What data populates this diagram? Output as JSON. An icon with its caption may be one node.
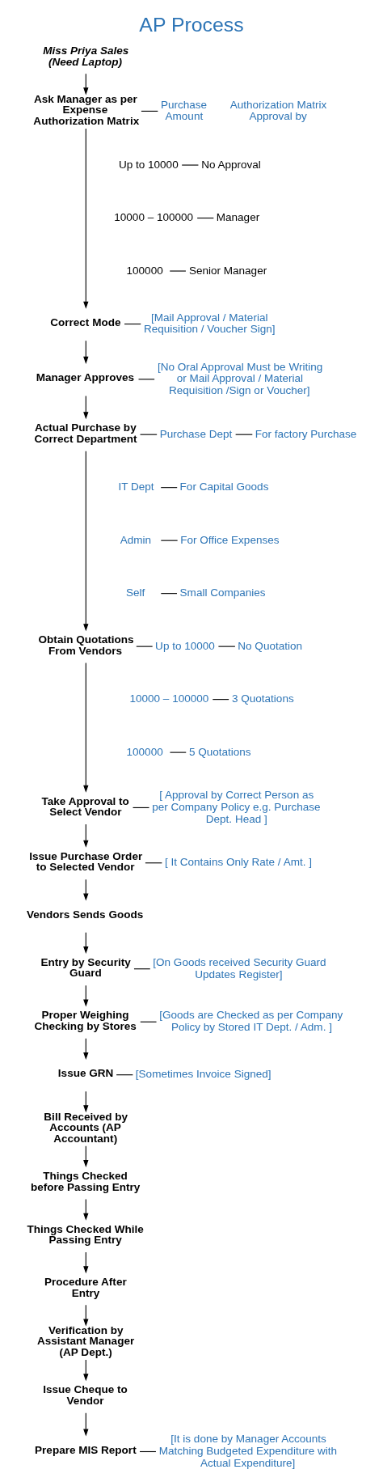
{
  "diagram": {
    "title": "AP Process",
    "nodes": [
      {
        "text": [
          "Miss Priya Sales (Need Laptop)"
        ]
      },
      {
        "text": [
          "Ask Manager as per Expense Authorization Matrix"
        ]
      },
      {
        "text": [
          "Purchase Amount"
        ]
      },
      {
        "text": [
          "Up to 10000"
        ]
      },
      {
        "text": [
          "No Approval"
        ]
      },
      {
        "text": [
          "10000 – 100000"
        ]
      },
      {
        "text": [
          "Manager"
        ]
      },
      {
        "text": [
          "100000"
        ]
      },
      {
        "text": [
          "Senior Manager"
        ]
      },
      {
        "text": [
          "Correct Mode"
        ]
      },
      {
        "text": [
          "[Mail Approval / Material Requisition / Voucher Sign]"
        ]
      },
      {
        "text": [
          "Manager Approves"
        ]
      },
      {
        "text": [
          "[No Oral Approval Must be Writing or Mail Approval / Material Requisition /Sign or Voucher]"
        ]
      },
      {
        "text": [
          "Actual Purchase by Correct Department"
        ]
      },
      {
        "text": [
          "Purchase Dept"
        ]
      },
      {
        "text": [
          "For factory Purchase"
        ]
      },
      {
        "text": [
          "IT Dept"
        ]
      },
      {
        "text": [
          "For Capital Goods"
        ]
      },
      {
        "text": [
          "Admin"
        ]
      },
      {
        "text": [
          "For Office Expenses"
        ]
      },
      {
        "text": [
          "Self"
        ]
      },
      {
        "text": [
          "Small Companies"
        ]
      },
      {
        "text": [
          "Obtain Quotations From Vendors"
        ]
      },
      {
        "text": [
          "Up to 10000"
        ]
      },
      {
        "text": [
          "No Quotation"
        ]
      },
      {
        "text": [
          "10000 – 100000"
        ]
      },
      {
        "text": [
          "3 Quotations"
        ]
      },
      {
        "text": [
          "100000"
        ]
      },
      {
        "text": [
          "5 Quotations"
        ]
      },
      {
        "text": [
          "Take Approval to Select Vendor"
        ]
      },
      {
        "text": [
          "[ Approval by Correct Person as per Company Policy e.g. Purchase Dept. Head ]"
        ]
      },
      {
        "text": [
          "Issue Purchase Order to Selected Vendor"
        ]
      },
      {
        "text": [
          "[ It Contains Only Rate / Amt. ]"
        ]
      },
      {
        "text": [
          "Vendors Sends Goods"
        ]
      },
      {
        "text": [
          "Entry by Security Guard"
        ]
      },
      {
        "text": [
          "[On Goods received Security Guard Updates Register]"
        ]
      },
      {
        "text": [
          "Proper Weighing Checking by Stores"
        ]
      },
      {
        "text": [
          "[Goods are Checked as per Company Policy by Stored IT Dept. / Adm. ]"
        ]
      },
      {
        "text": [
          "Issue GRN"
        ]
      },
      {
        "text": [
          "[Sometimes Invoice Signed]"
        ]
      },
      {
        "text": [
          "Bill Received by Accounts (AP Accountant)"
        ]
      },
      {
        "text": [
          "Things Checked before Passing Entry"
        ]
      },
      {
        "text": [
          "Things Checked While Passing Entry"
        ]
      },
      {
        "text": [
          "Procedure After Entry"
        ]
      },
      {
        "text": [
          "Verification by Assistant Manager (AP Dept.)"
        ]
      },
      {
        "text": [
          "Issue Cheque to Vendor"
        ]
      },
      {
        "text": [
          "Prepare MIS Report"
        ]
      },
      {
        "text": [
          "[It is done by Manager Accounts Matching Budgeted Expenditure with Actual Expenditure]"
        ]
      }
    ],
    "edges": [
      {
        "from": 0,
        "to": 1,
        "arrow": "to"
      },
      {
        "from": 1,
        "to": 2,
        "arrow": "none"
      },
      {
        "from": 3,
        "to": 4,
        "arrow": "none"
      },
      {
        "from": 5,
        "to": 6,
        "arrow": "none"
      },
      {
        "from": 7,
        "to": 8,
        "arrow": "none"
      },
      {
        "from": 1,
        "to": 9,
        "arrow": "to"
      },
      {
        "from": 9,
        "to": 10,
        "arrow": "none"
      },
      {
        "from": 9,
        "to": 11,
        "arrow": "to"
      },
      {
        "from": 11,
        "to": 12,
        "arrow": "none"
      },
      {
        "from": 11,
        "to": 13,
        "arrow": "to"
      },
      {
        "from": 13,
        "to": 14,
        "arrow": "none"
      },
      {
        "from": 14,
        "to": 15,
        "arrow": "none"
      },
      {
        "from": 16,
        "to": 17,
        "arrow": "none"
      },
      {
        "from": 18,
        "to": 19,
        "arrow": "none"
      },
      {
        "from": 20,
        "to": 21,
        "arrow": "none"
      },
      {
        "from": 13,
        "to": 22,
        "arrow": "to"
      },
      {
        "from": 22,
        "to": 23,
        "arrow": "none"
      },
      {
        "from": 23,
        "to": 24,
        "arrow": "none"
      },
      {
        "from": 25,
        "to": 26,
        "arrow": "none"
      },
      {
        "from": 27,
        "to": 28,
        "arrow": "none"
      },
      {
        "from": 22,
        "to": 29,
        "arrow": "to"
      },
      {
        "from": 29,
        "to": 30,
        "arrow": "none"
      },
      {
        "from": 29,
        "to": 31,
        "arrow": "to"
      },
      {
        "from": 31,
        "to": 32,
        "arrow": "none"
      },
      {
        "from": 31,
        "to": 33,
        "arrow": "to"
      },
      {
        "from": 33,
        "to": 34,
        "arrow": "to"
      },
      {
        "from": 34,
        "to": 35,
        "arrow": "none"
      },
      {
        "from": 34,
        "to": 36,
        "arrow": "to"
      },
      {
        "from": 36,
        "to": 37,
        "arrow": "none"
      },
      {
        "from": 36,
        "to": 38,
        "arrow": "to"
      },
      {
        "from": 38,
        "to": 39,
        "arrow": "none"
      },
      {
        "from": 38,
        "to": 40,
        "arrow": "to"
      },
      {
        "from": 40,
        "to": 41,
        "arrow": "to"
      },
      {
        "from": 41,
        "to": 42,
        "arrow": "to"
      },
      {
        "from": 42,
        "to": 43,
        "arrow": "to"
      },
      {
        "from": 43,
        "to": 44,
        "arrow": "to"
      },
      {
        "from": 44,
        "to": 45,
        "arrow": "to"
      },
      {
        "from": 45,
        "to": 46,
        "arrow": "to"
      },
      {
        "from": 46,
        "to": 47,
        "arrow": "none"
      }
    ],
    "labels": [
      "Authorization Matrix Approval by"
    ]
  }
}
